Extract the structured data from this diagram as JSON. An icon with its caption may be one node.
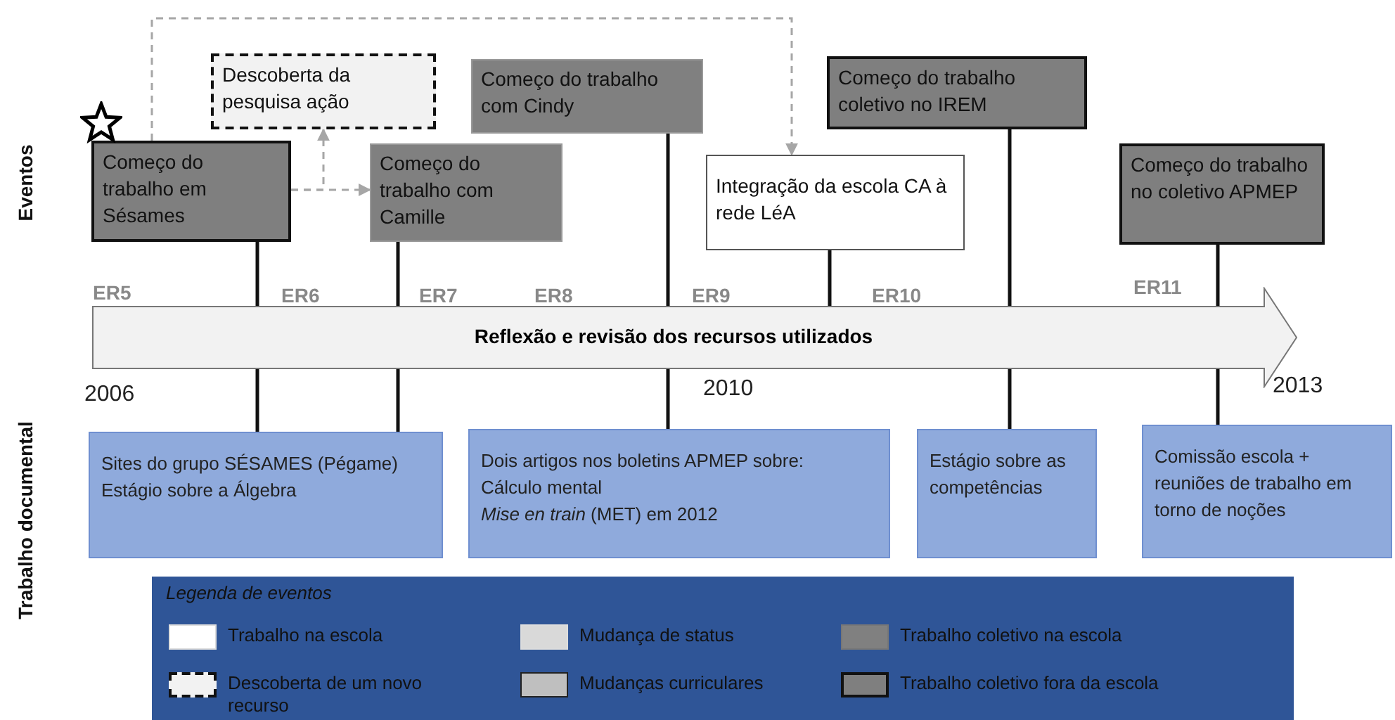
{
  "diagram": {
    "nodes": [
      {
        "text": [
          "Começo do trabalho em Sésames"
        ]
      },
      {
        "text": [
          "Descoberta da pesquisa ação"
        ]
      },
      {
        "text": [
          "Começo do trabalho com Cindy"
        ]
      },
      {
        "text": [
          "Começo do trabalho com Camille"
        ]
      },
      {
        "text": [
          "Integração da escola CA à rede LéA"
        ]
      },
      {
        "text": [
          "Começo do trabalho coletivo no IREM"
        ]
      },
      {
        "text": [
          "Começo do trabalho no coletivo APMEP"
        ]
      },
      {
        "text": [
          "Reflexão e revisão dos recursos utilizados"
        ]
      },
      {
        "text": [
          "Sites do grupo SÉSAMES (Pégame)",
          "Estágio sobre a Álgebra"
        ]
      },
      {
        "text": [
          "Dois artigos nos boletins APMEP sobre:",
          "Cálculo mental",
          "*Mise en train* (MET) em 2012"
        ]
      },
      {
        "text": [
          "Estágio sobre as competências"
        ]
      },
      {
        "text": [
          "Comissão escola + reuniões de trabalho em torno de noções"
        ]
      }
    ],
    "edges": [
      {
        "from": 0,
        "to": 7,
        "arrow": "none"
      },
      {
        "from": 7,
        "to": 8,
        "arrow": "none"
      },
      {
        "from": 3,
        "to": 7,
        "arrow": "none"
      },
      {
        "from": 7,
        "to": 8,
        "arrow": "none"
      },
      {
        "from": 2,
        "to": 7,
        "arrow": "none"
      },
      {
        "from": 7,
        "to": 9,
        "arrow": "none"
      },
      {
        "from": 4,
        "to": 7,
        "arrow": "none"
      },
      {
        "from": 5,
        "to": 7,
        "arrow": "none"
      },
      {
        "from": 7,
        "to": 10,
        "arrow": "none"
      },
      {
        "from": 6,
        "to": 7,
        "arrow": "none"
      },
      {
        "from": 7,
        "to": 11,
        "arrow": "none"
      },
      {
        "from": 0,
        "to": 3,
        "arrow": "to",
        "style": "dashed",
        "color": "#a6a6a6"
      },
      {
        "from": 0,
        "to": 1,
        "arrow": "to",
        "style": "dashed",
        "color": "#a6a6a6"
      },
      {
        "from": 0,
        "to": 4,
        "arrow": "to",
        "style": "dashed",
        "color": "#a6a6a6"
      }
    ],
    "labels": [
      "Eventos",
      "ER5",
      "ER6",
      "ER7",
      "ER8",
      "ER9",
      "ER10",
      "ER11",
      "2006",
      "2010",
      "2013",
      "Trabalho documental",
      "Legenda de eventos"
    ],
    "legend": [
      {
        "text": "Trabalho na escola",
        "color": "#ffffff"
      },
      {
        "text": "Descoberta de um novo recurso"
      },
      {
        "text": "Mudança de status",
        "color": "#d9d9d9"
      },
      {
        "text": "Mudanças curriculares",
        "color": "#bfbfbf"
      },
      {
        "text": "Trabalho coletivo na escola",
        "color": "#808080"
      },
      {
        "text": "Trabalho coletivo fora da escola",
        "color": "#7f7f7f"
      }
    ]
  }
}
